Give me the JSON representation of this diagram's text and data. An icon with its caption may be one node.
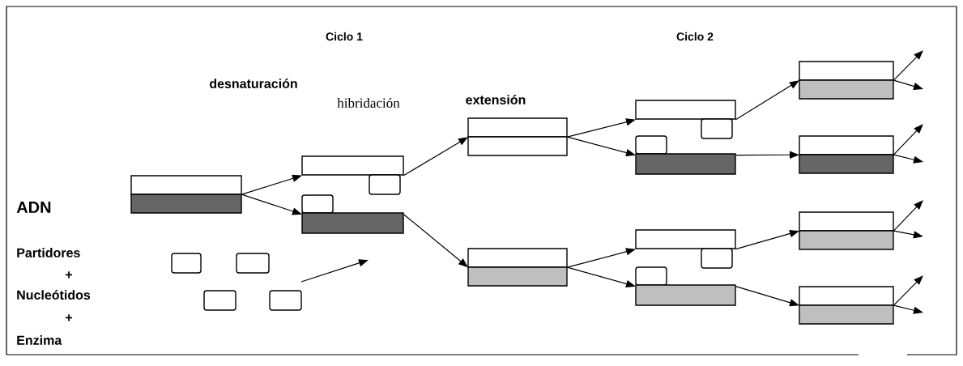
{
  "diagram": {
    "nodes": [
      {
        "text": [],
        "shape": "box"
      },
      {
        "text": [],
        "shape": "box"
      },
      {
        "text": [],
        "shape": "box"
      },
      {
        "text": [],
        "shape": "box"
      },
      {
        "text": [],
        "shape": "box"
      },
      {
        "text": [],
        "shape": "box"
      },
      {
        "text": [],
        "shape": "box"
      },
      {
        "text": [],
        "shape": "box"
      },
      {
        "text": [],
        "shape": "box"
      },
      {
        "text": [],
        "shape": "box"
      },
      {
        "text": [],
        "shape": "box"
      },
      {
        "text": [],
        "shape": "box"
      },
      {
        "text": [],
        "shape": "box"
      },
      {
        "text": [],
        "shape": "box"
      },
      {
        "text": [],
        "shape": "box"
      },
      {
        "text": [],
        "shape": "box"
      },
      {
        "text": [],
        "shape": "box"
      }
    ],
    "edges": [
      {
        "from": 0,
        "to": 1,
        "arrow": "to"
      },
      {
        "from": 0,
        "to": 2,
        "arrow": "to"
      },
      {
        "from": 1,
        "to": 3,
        "arrow": "to"
      },
      {
        "from": 2,
        "to": 4,
        "arrow": "to"
      },
      {
        "from": 3,
        "to": 5,
        "arrow": "to"
      },
      {
        "from": 3,
        "to": 6,
        "arrow": "to"
      },
      {
        "from": 4,
        "to": 7,
        "arrow": "to"
      },
      {
        "from": 4,
        "to": 8,
        "arrow": "to"
      },
      {
        "from": 5,
        "to": 9,
        "arrow": "to"
      },
      {
        "from": 6,
        "to": 10,
        "arrow": "to"
      },
      {
        "from": 7,
        "to": 11,
        "arrow": "to"
      },
      {
        "from": 8,
        "to": 12,
        "arrow": "to"
      },
      {
        "from": 9,
        "to": null,
        "arrow": "to"
      },
      {
        "from": 9,
        "to": null,
        "arrow": "to"
      },
      {
        "from": 10,
        "to": null,
        "arrow": "to"
      },
      {
        "from": 10,
        "to": null,
        "arrow": "to"
      },
      {
        "from": 11,
        "to": null,
        "arrow": "to"
      },
      {
        "from": 11,
        "to": null,
        "arrow": "to"
      },
      {
        "from": 12,
        "to": null,
        "arrow": "to"
      },
      {
        "from": 12,
        "to": null,
        "arrow": "to"
      }
    ],
    "labels": [
      "Ciclo 1",
      "Ciclo 2",
      "desnaturación",
      "hibridación",
      "extensión",
      "ADN",
      "Partidores",
      "+",
      "Nucleótidos",
      "+",
      "Enzima"
    ]
  }
}
